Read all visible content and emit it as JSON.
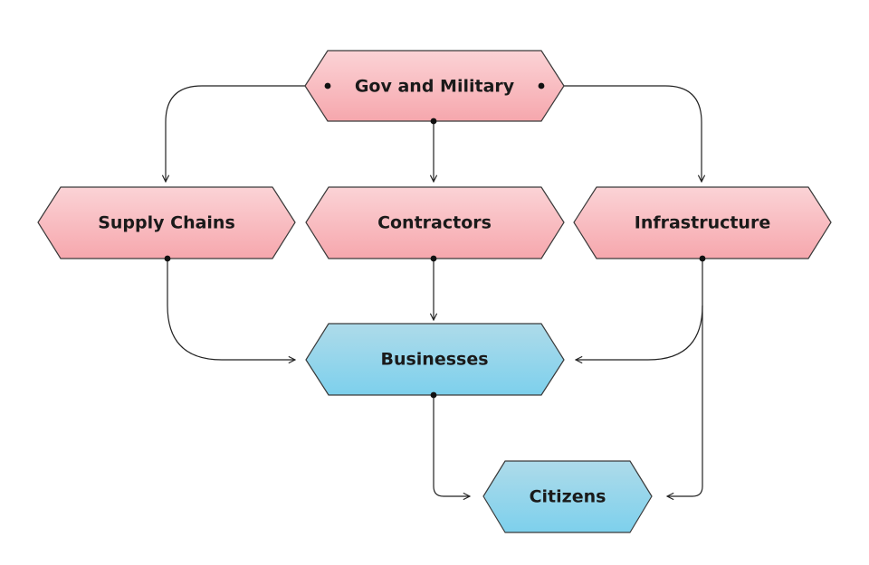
{
  "colors": {
    "top_fill_start": "#fbd3d6",
    "top_fill_end": "#f6a7ad",
    "bottom_fill_start": "#aedbea",
    "bottom_fill_end": "#7dd0ec",
    "border": "#3a3a3a",
    "edge": "#222222"
  },
  "nodes": {
    "gov": {
      "label": "Gov and Military"
    },
    "supply": {
      "label": "Supply Chains"
    },
    "contractors": {
      "label": "Contractors"
    },
    "infrastructure": {
      "label": "Infrastructure"
    },
    "businesses": {
      "label": "Businesses"
    },
    "citizens": {
      "label": "Citizens"
    }
  },
  "edges": [
    {
      "from": "Gov and Military",
      "to": "Supply Chains"
    },
    {
      "from": "Gov and Military",
      "to": "Contractors"
    },
    {
      "from": "Gov and Military",
      "to": "Infrastructure"
    },
    {
      "from": "Supply Chains",
      "to": "Businesses"
    },
    {
      "from": "Contractors",
      "to": "Businesses"
    },
    {
      "from": "Infrastructure",
      "to": "Businesses"
    },
    {
      "from": "Infrastructure",
      "to": "Citizens"
    },
    {
      "from": "Businesses",
      "to": "Citizens"
    }
  ]
}
